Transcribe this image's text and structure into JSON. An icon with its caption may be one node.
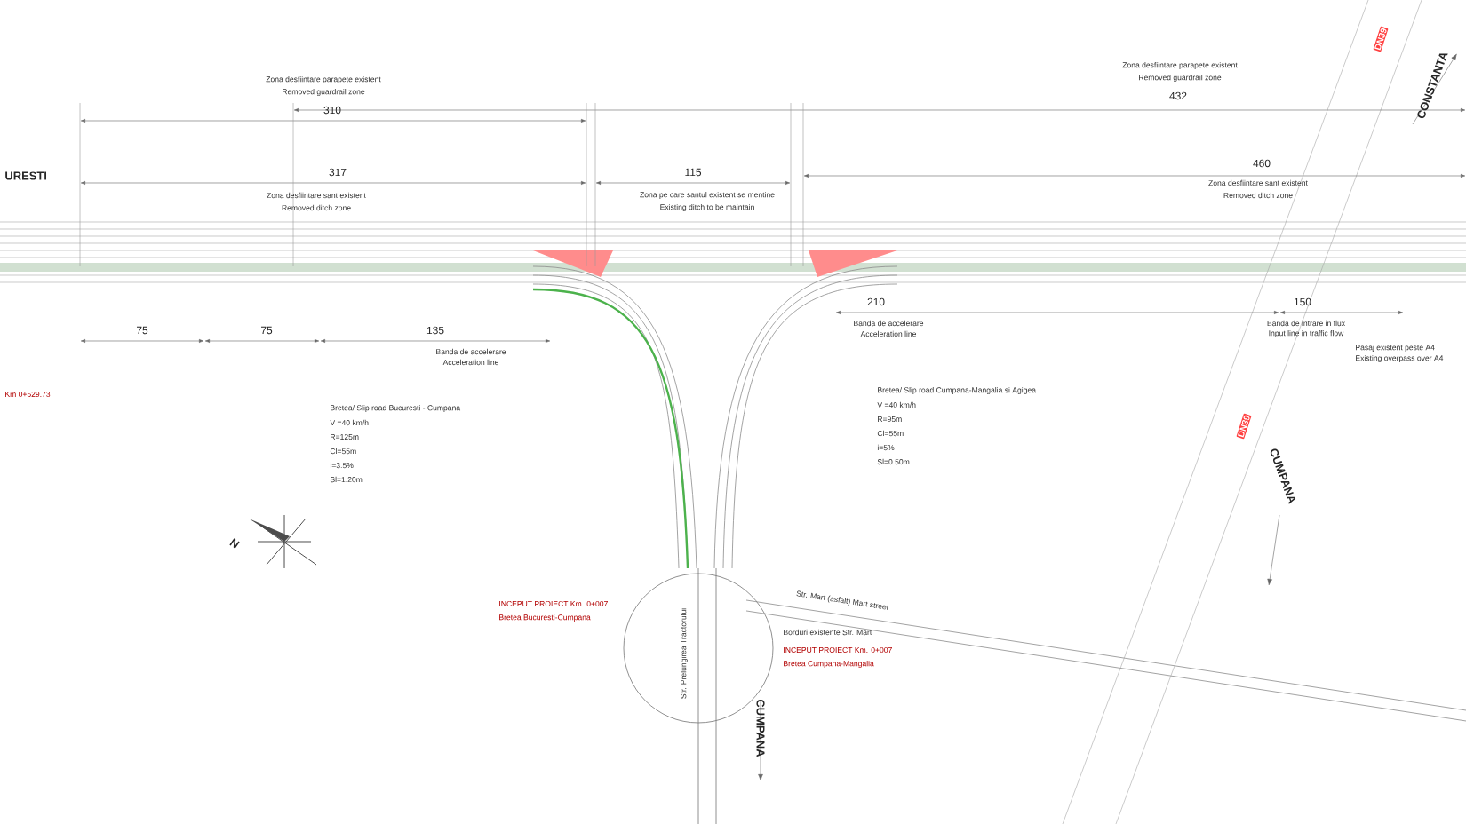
{
  "diagram": {
    "labels": [
      "Zona desfiintare parapete existent",
      "Removed guardrail zone",
      "310",
      "Zona desfiintare parapete existent",
      "Removed guardrail zone",
      "432",
      "DN39",
      "CONSTANTA",
      "URESTI",
      "317",
      "Zona desfiintare sant existent",
      "Removed ditch zone",
      "115",
      "Zona pe care santul existent se mentine",
      "Existing ditch to be maintain",
      "460",
      "Zona desfiintare sant existent",
      "Removed ditch zone",
      "75",
      "75",
      "135",
      "Banda de accelerare",
      "Acceleration line",
      "210",
      "Banda de accelerare",
      "Acceleration line",
      "150",
      "Banda de intrare in flux",
      "Input line in traffic flow",
      "Pasaj existent peste A4",
      "Existing overpass over A4",
      "Km 0+529.73",
      "Bretea/ Slip road  Bucuresti - Cumpana",
      "V =40 km/h",
      "R=125m",
      "Cl=55m",
      "i=3.5%",
      "Sl=1.20m",
      "Bretea/ Slip road Cumpana-Mangalia si Agigea",
      "V =40 km/h",
      "R=95m",
      "Cl=55m",
      "i=5%",
      "Sl=0.50m",
      "DN39",
      "CUMPANA",
      "INCEPUT PROIECT Km. 0+007",
      "Bretea Bucuresti-Cumpana",
      "Str. Mart (asfalt)   Mart street",
      "Borduri existente Str. Mart",
      "INCEPUT PROIECT Km. 0+007",
      "Bretea Cumpana-Mangalia",
      "Str. Prelungirea Tractorului",
      "CUMPANA",
      "N"
    ]
  }
}
